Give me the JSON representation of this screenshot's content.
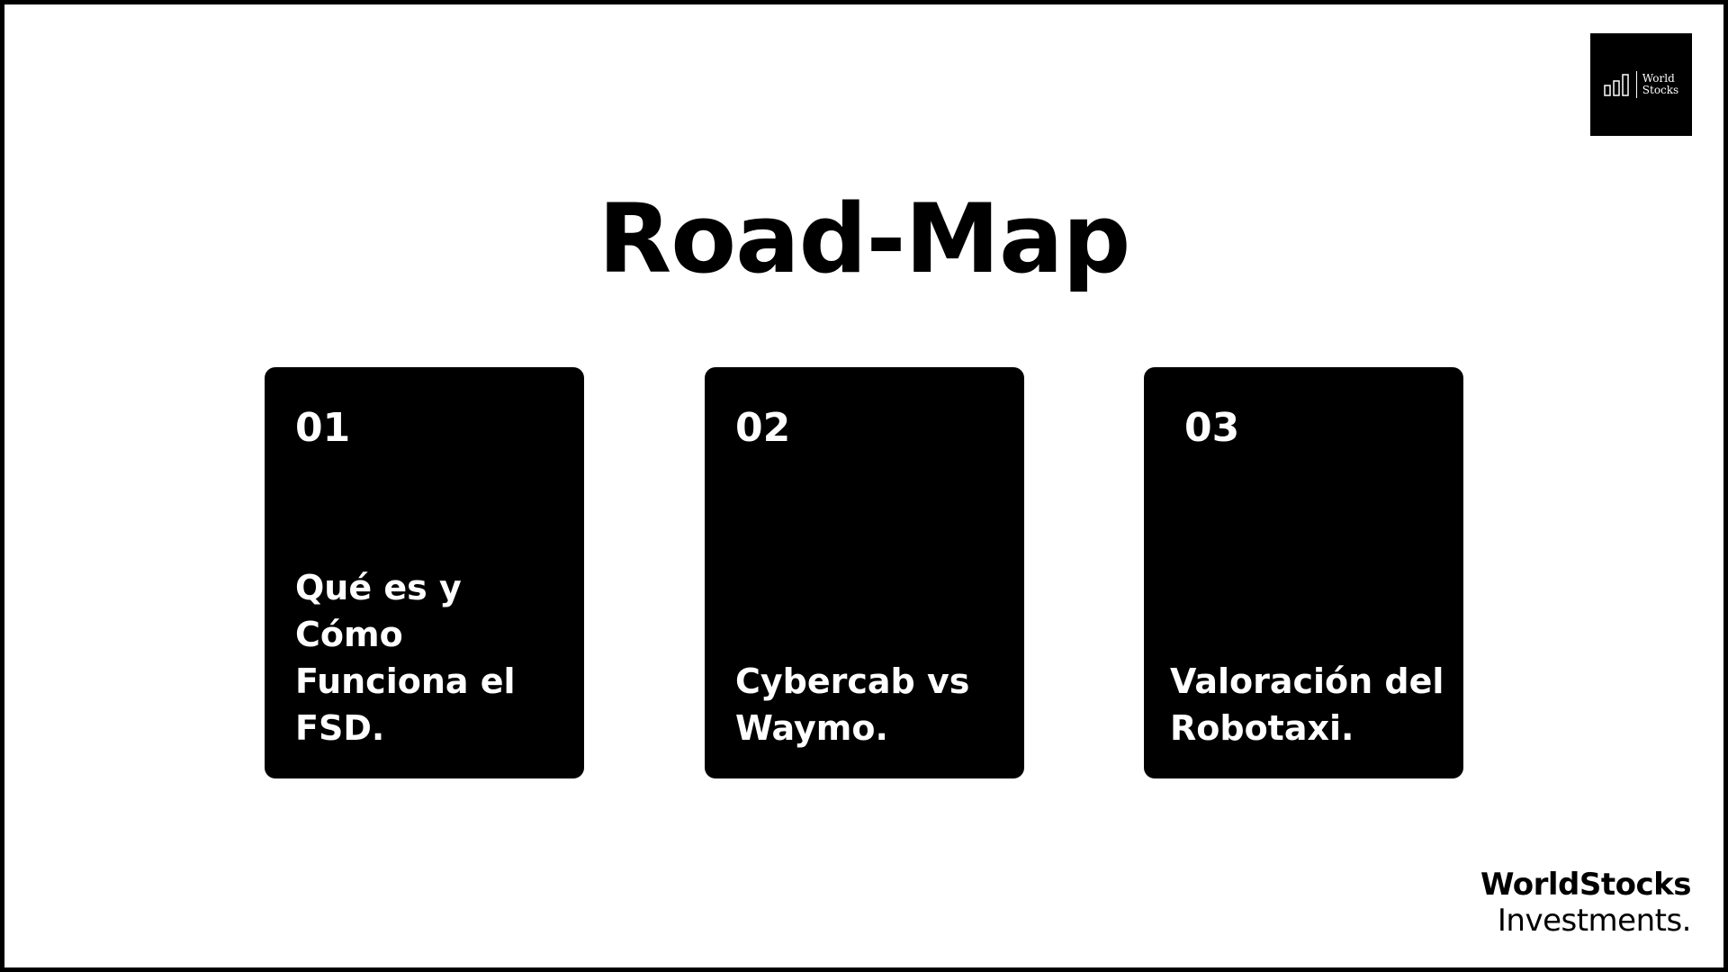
{
  "logo": {
    "icon": "bar-chart-icon",
    "line1": "World",
    "line2": "Stocks"
  },
  "title": "Road-Map",
  "cards": [
    {
      "number": "01",
      "text": "Qué es y Cómo Funciona el FSD."
    },
    {
      "number": "02",
      "text": "Cybercab vs Waymo."
    },
    {
      "number": "03",
      "text": "Valoración del Robotaxi."
    }
  ],
  "brand": {
    "line1": "WorldStocks",
    "line2": "Investments."
  },
  "colors": {
    "background": "#ffffff",
    "card": "#000000",
    "text_on_card": "#ffffff",
    "frame": "#000000"
  }
}
